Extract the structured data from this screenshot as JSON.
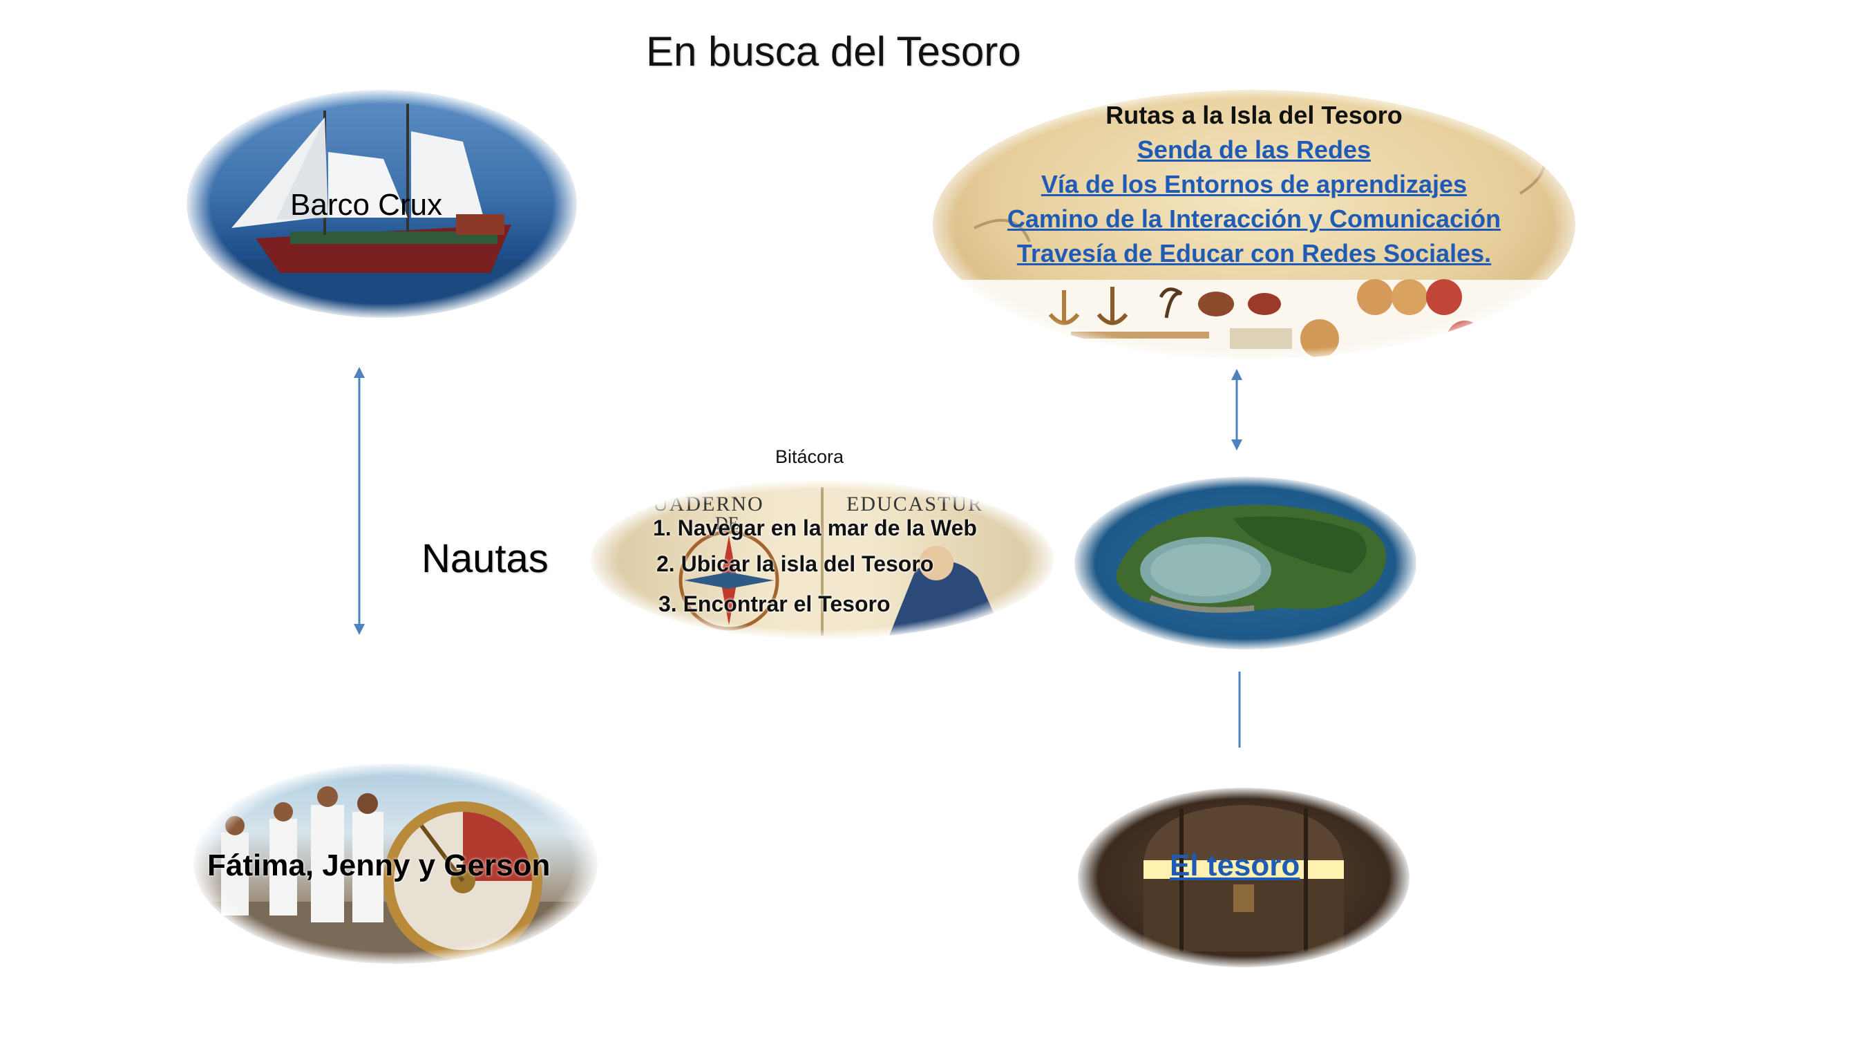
{
  "title": "En busca del Tesoro",
  "ship": {
    "label": "Barco Crux"
  },
  "routes": {
    "title": "Rutas a  la Isla del Tesoro",
    "links": [
      "Senda de las Redes",
      "Vía de los Entornos de aprendizajes",
      "Camino de la Interacción y Comunicación",
      "Travesía de Educar con Redes Sociales."
    ]
  },
  "nautas": {
    "label": "Nautas"
  },
  "bitacora": {
    "label": "Bitácora",
    "book_words": [
      "UADERNO",
      "DE",
      "EDUCASTUR"
    ],
    "steps": [
      "1. Navegar en la mar de la Web",
      "2. Ubicar la isla del Tesoro",
      "3. Encontrar el Tesoro"
    ]
  },
  "crew": {
    "label": "Fátima, Jenny y Gerson"
  },
  "treasure": {
    "label": "El tesoro"
  },
  "colors": {
    "arrow": "#4f81bd",
    "link": "#1f5bb5"
  }
}
